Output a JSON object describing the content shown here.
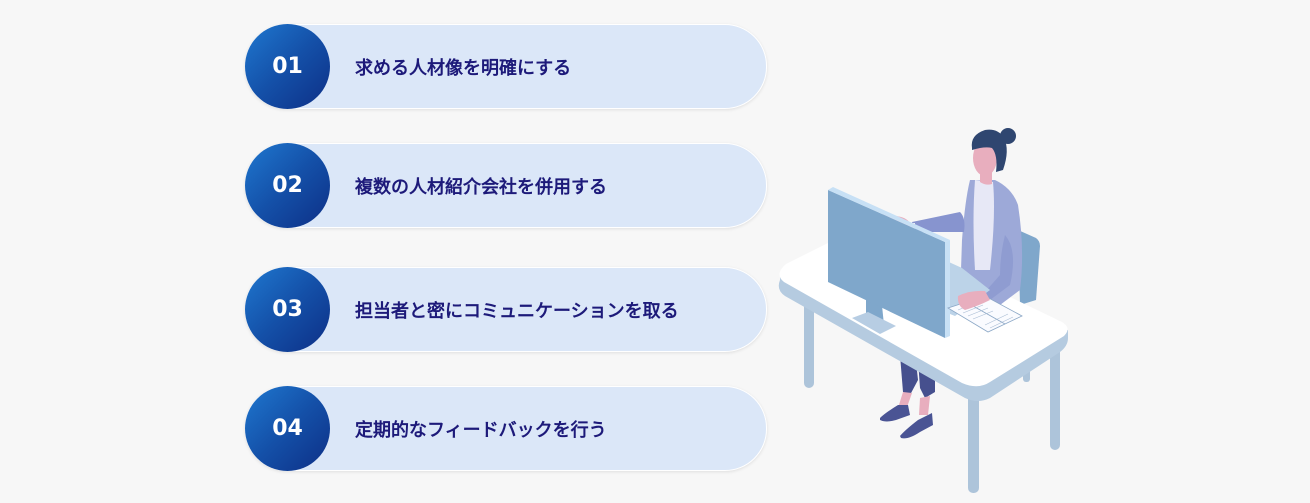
{
  "steps": [
    {
      "number": "01",
      "label": "求める人材像を明確にする"
    },
    {
      "number": "02",
      "label": "複数の人材紹介会社を併用する"
    },
    {
      "number": "03",
      "label": "担当者と密にコミュニケーションを取る"
    },
    {
      "number": "04",
      "label": "定期的なフィードバックを行う"
    }
  ],
  "colors": {
    "background": "#f7f7f7",
    "pill": "#dbe7f8",
    "circle_light": "#1f78d0",
    "circle_dark": "#0d2f86",
    "label_text": "#1d1a7a",
    "number_text": "#ffffff"
  },
  "illustration": {
    "description": "woman-at-desk-with-monitor",
    "icon": "person-at-computer-icon"
  }
}
